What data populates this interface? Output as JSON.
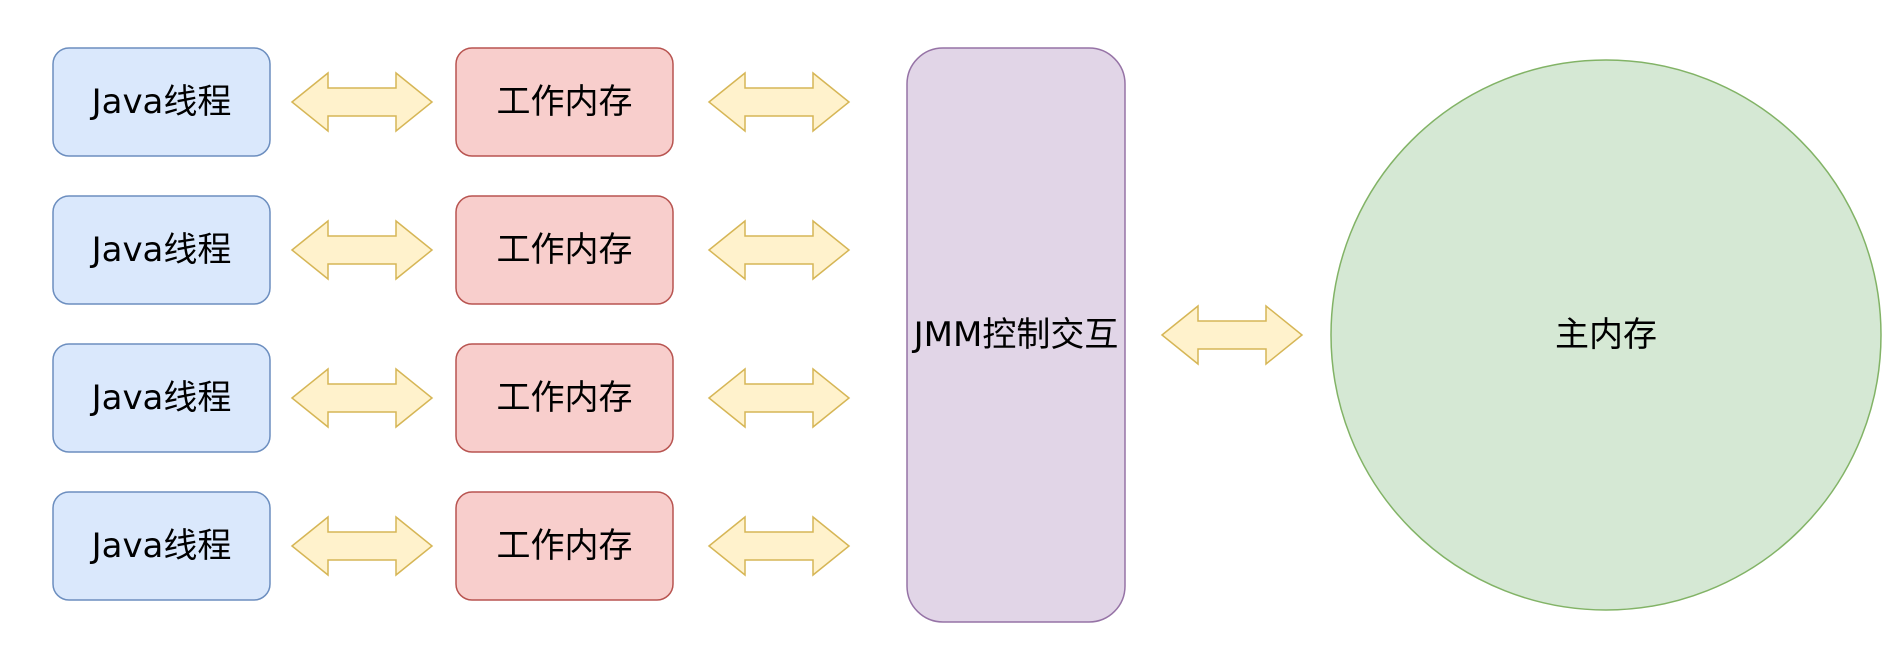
{
  "threads": [
    {
      "label": "Java线程"
    },
    {
      "label": "Java线程"
    },
    {
      "label": "Java线程"
    },
    {
      "label": "Java线程"
    }
  ],
  "working_memories": [
    {
      "label": "工作内存"
    },
    {
      "label": "工作内存"
    },
    {
      "label": "工作内存"
    },
    {
      "label": "工作内存"
    }
  ],
  "jmm": {
    "label": "JMM控制交互"
  },
  "main_memory": {
    "label": "主内存"
  },
  "colors": {
    "thread_fill": "#dae8fc",
    "thread_stroke": "#6c8ebf",
    "working_fill": "#f8cecc",
    "working_stroke": "#b85450",
    "jmm_fill": "#e1d5e7",
    "jmm_stroke": "#9673a6",
    "main_fill": "#d5e8d4",
    "main_stroke": "#82b366",
    "arrow_fill": "#fff2cc",
    "arrow_stroke": "#d6b656"
  },
  "connections": [
    {
      "from": "thread-1",
      "to": "working-memory-1",
      "direction": "both"
    },
    {
      "from": "thread-2",
      "to": "working-memory-2",
      "direction": "both"
    },
    {
      "from": "thread-3",
      "to": "working-memory-3",
      "direction": "both"
    },
    {
      "from": "thread-4",
      "to": "working-memory-4",
      "direction": "both"
    },
    {
      "from": "working-memory-1",
      "to": "jmm",
      "direction": "both"
    },
    {
      "from": "working-memory-2",
      "to": "jmm",
      "direction": "both"
    },
    {
      "from": "working-memory-3",
      "to": "jmm",
      "direction": "both"
    },
    {
      "from": "working-memory-4",
      "to": "jmm",
      "direction": "both"
    },
    {
      "from": "jmm",
      "to": "main-memory",
      "direction": "both"
    }
  ]
}
